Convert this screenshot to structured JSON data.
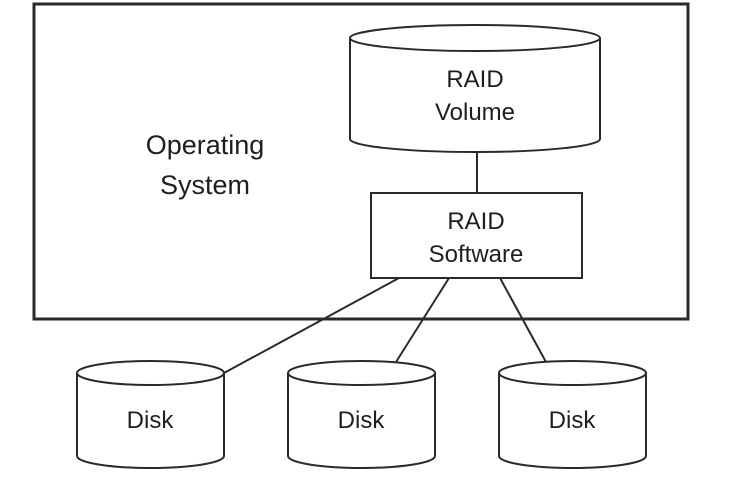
{
  "diagram": {
    "container": {
      "label_line1": "Operating",
      "label_line2": "System"
    },
    "raid_volume": {
      "label_line1": "RAID",
      "label_line2": "Volume"
    },
    "raid_software": {
      "label_line1": "RAID",
      "label_line2": "Software"
    },
    "disks": [
      {
        "label": "Disk"
      },
      {
        "label": "Disk"
      },
      {
        "label": "Disk"
      }
    ],
    "connections": [
      {
        "from": "RAID Volume",
        "to": "RAID Software"
      },
      {
        "from": "RAID Software",
        "to": "Disk 1"
      },
      {
        "from": "RAID Software",
        "to": "Disk 2"
      },
      {
        "from": "RAID Software",
        "to": "Disk 3"
      }
    ],
    "colors": {
      "line": "#2a2a2a",
      "background": "#ffffff",
      "text": "#1e1e1e"
    }
  }
}
